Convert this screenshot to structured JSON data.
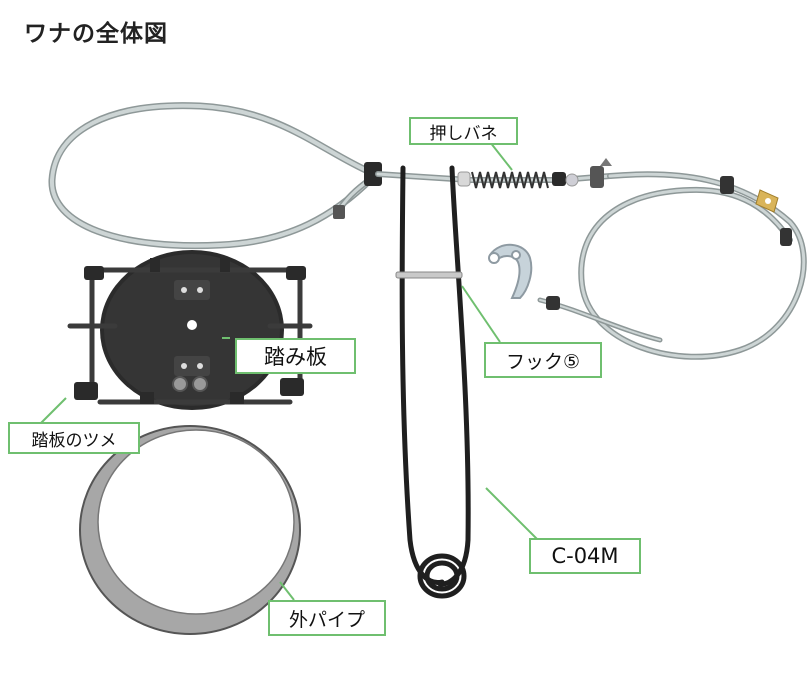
{
  "title": "ワナの全体図",
  "labels": {
    "push_spring": "押しバネ",
    "footplate": "踏み板",
    "hook": "フック⑤",
    "footplate_claw": "踏板のツメ",
    "model": "C-04M",
    "outer_pipe": "外パイプ"
  },
  "colors": {
    "label_border": "#6fbf6f",
    "wire": "#c3cccc",
    "metal_dark": "#333333"
  }
}
